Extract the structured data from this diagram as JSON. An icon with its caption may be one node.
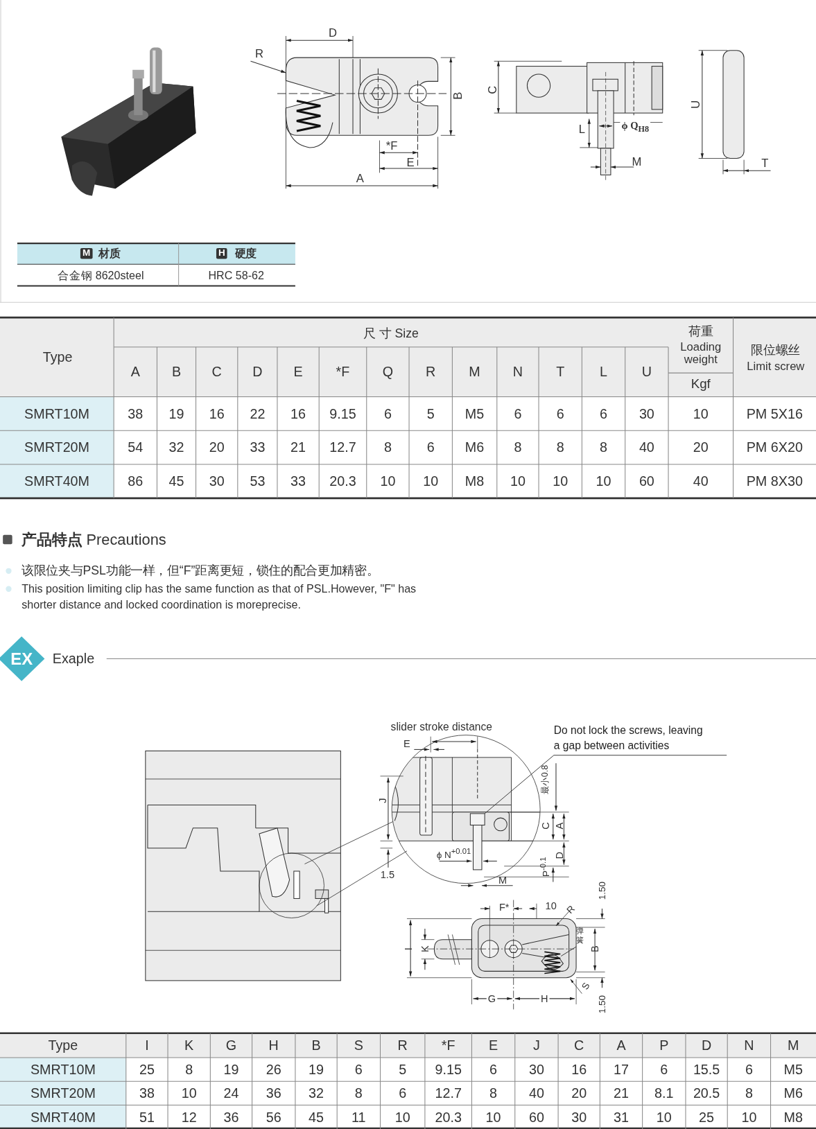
{
  "diagram": {
    "nodes": [
      {
        "text": [
          "Do not lock the screws, leaving a gap between activities"
        ]
      },
      {
        "text": [],
        "shape": "box"
      },
      {
        "text": [
          "弹簧"
        ]
      },
      {
        "text": [],
        "shape": "picture"
      }
    ],
    "edges": [
      {
        "from": 0,
        "to": 1,
        "arrow": "none"
      },
      {
        "from": 2,
        "to": 3,
        "arrow": "none"
      }
    ],
    "labels": [
      "D",
      "R",
      "B",
      "*F",
      "E",
      "A",
      "C",
      "L",
      "ϕ Q$_{H8}$",
      "M",
      "U",
      "T",
      "M",
      "材质",
      "H",
      "硬度",
      "合金钢 8620steel",
      "HRC 58-62",
      "Type",
      "尺 寸 Size",
      "荷重",
      "Loading weight",
      "Kgf",
      "限位螺丝",
      "Limit screw",
      "A",
      "B",
      "C",
      "D",
      "E",
      "*F",
      "Q",
      "R",
      "M",
      "N",
      "T",
      "L",
      "U",
      "SMRT10M",
      "38",
      "19",
      "16",
      "22",
      "16",
      "9.15",
      "6",
      "5",
      "M5",
      "6",
      "6",
      "6",
      "30",
      "10",
      "PM 5X16",
      "SMRT20M",
      "54",
      "32",
      "20",
      "33",
      "21",
      "12.7",
      "8",
      "6",
      "M6",
      "8",
      "8",
      "8",
      "40",
      "20",
      "PM 6X20",
      "SMRT40M",
      "86",
      "45",
      "30",
      "53",
      "33",
      "20.3",
      "10",
      "10",
      "M8",
      "10",
      "10",
      "10",
      "60",
      "40",
      "PM 8X30",
      "**产品特点** Precautions",
      "该限位夹与PSL功能一样，但“F”距离更短，锁住的配合更加精密。",
      "This position limiting clip has the same function as that of PSL.However, \"F\" has shorter distance and locked coordination is moreprecise.",
      "EX",
      "Exaple",
      "slider stroke distance",
      "E",
      "J",
      "最小0.8",
      "C",
      "A",
      "D",
      "ϕ N$^{+0.01}$",
      "P$^{-0.1}$",
      "1.5",
      "M",
      "1.50",
      "F*",
      "10",
      "R",
      "I",
      "K",
      "B",
      "S",
      "G",
      "H",
      "1.50",
      "Type",
      "I",
      "K",
      "G",
      "H",
      "B",
      "S",
      "R",
      "*F",
      "E",
      "J",
      "C",
      "A",
      "P",
      "D",
      "N",
      "M",
      "SMRT10M",
      "25",
      "8",
      "19",
      "26",
      "19",
      "6",
      "5",
      "9.15",
      "6",
      "30",
      "16",
      "17",
      "6",
      "15.5",
      "6",
      "M5",
      "SMRT20M",
      "38",
      "10",
      "24",
      "36",
      "32",
      "8",
      "6",
      "12.7",
      "8",
      "40",
      "20",
      "21",
      "8.1",
      "20.5",
      "8",
      "M6",
      "SMRT40M",
      "51",
      "12",
      "36",
      "56",
      "45",
      "11",
      "10",
      "20.3",
      "10",
      "60",
      "30",
      "31",
      "10",
      "25",
      "10",
      "M8"
    ]
  }
}
